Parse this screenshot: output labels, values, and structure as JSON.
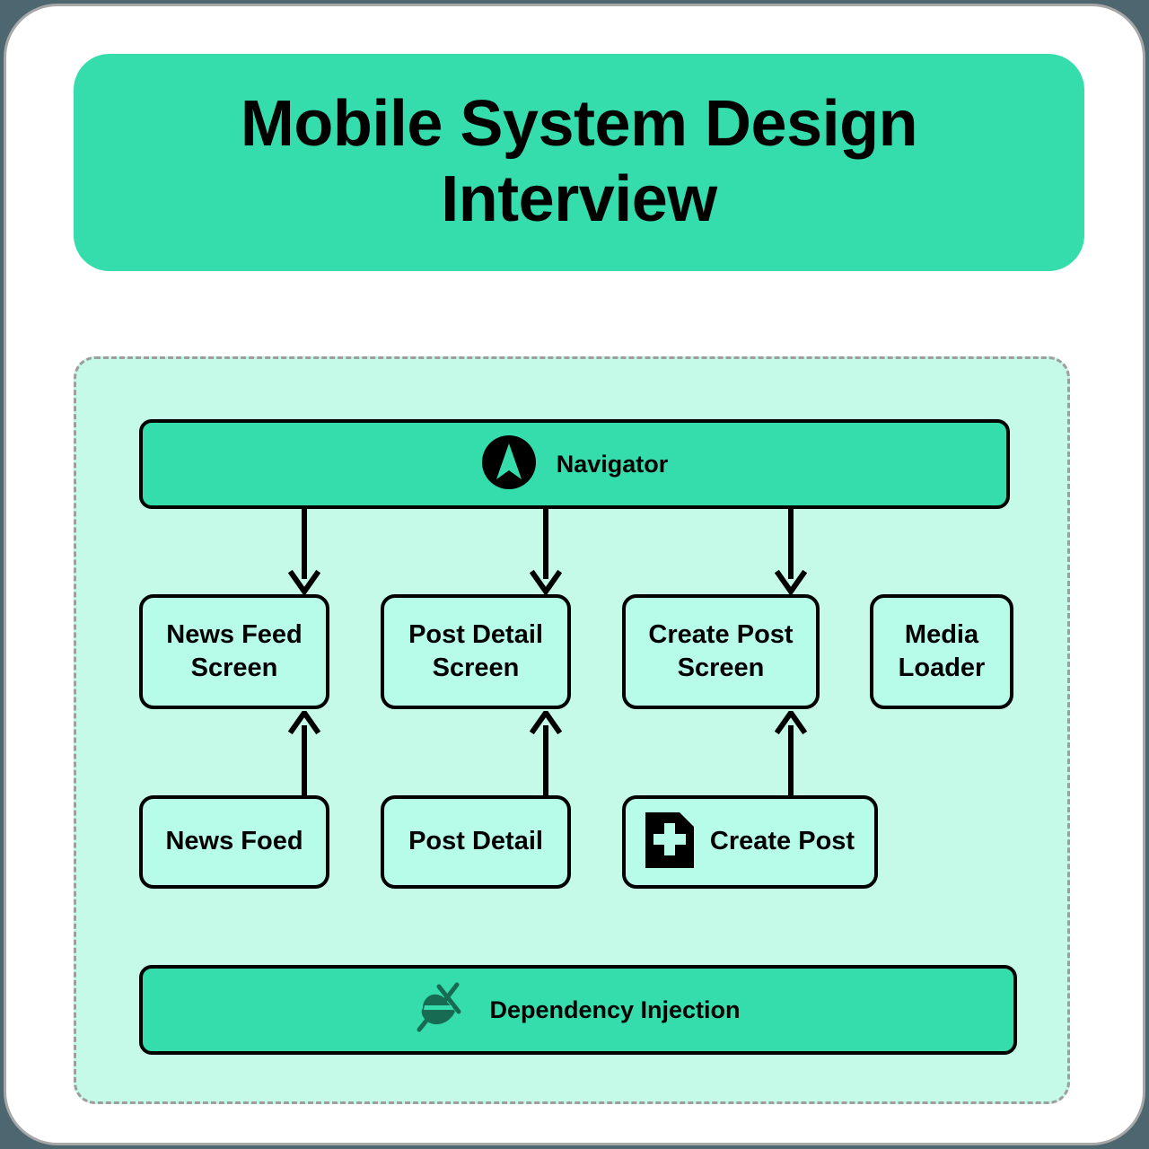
{
  "header": {
    "title": "Mobile System Design Interview",
    "background_color": "#35dcac"
  },
  "theme": {
    "page_background": "#4d6670",
    "card_background": "#ffffff",
    "accent_green": "#35dcac",
    "pale_mint": "#b7fce9",
    "container_mint": "#c6fae8",
    "border_black": "#000000",
    "dashed_border_gray": "#9e9e9e"
  },
  "diagram": {
    "navigator": {
      "label": "Navigator",
      "icon": "navigation-arrow-icon"
    },
    "screens": [
      {
        "label": "News Feed Screen",
        "name": "news-feed-screen"
      },
      {
        "label": "Post Detail Screen",
        "name": "post-detail-screen"
      },
      {
        "label": "Create Post Screen",
        "name": "create-post-screen"
      },
      {
        "label": "Media Loader",
        "name": "media-loader"
      }
    ],
    "features": [
      {
        "label": "News Foed",
        "name": "news-foed",
        "icon": null
      },
      {
        "label": "Post Detail",
        "name": "post-detail",
        "icon": null
      },
      {
        "label": "Create Post",
        "name": "create-post",
        "icon": "file-plus-icon"
      }
    ],
    "dependency_injection": {
      "label": "Dependency Injection",
      "icon": "plug-icon"
    },
    "arrows": [
      {
        "from": "navigator",
        "to": "news-feed-screen",
        "direction": "down"
      },
      {
        "from": "navigator",
        "to": "post-detail-screen",
        "direction": "down"
      },
      {
        "from": "navigator",
        "to": "create-post-screen",
        "direction": "down"
      },
      {
        "from": "news-foed",
        "to": "news-feed-screen",
        "direction": "up"
      },
      {
        "from": "post-detail",
        "to": "post-detail-screen",
        "direction": "up"
      },
      {
        "from": "create-post",
        "to": "create-post-screen",
        "direction": "up"
      }
    ]
  }
}
